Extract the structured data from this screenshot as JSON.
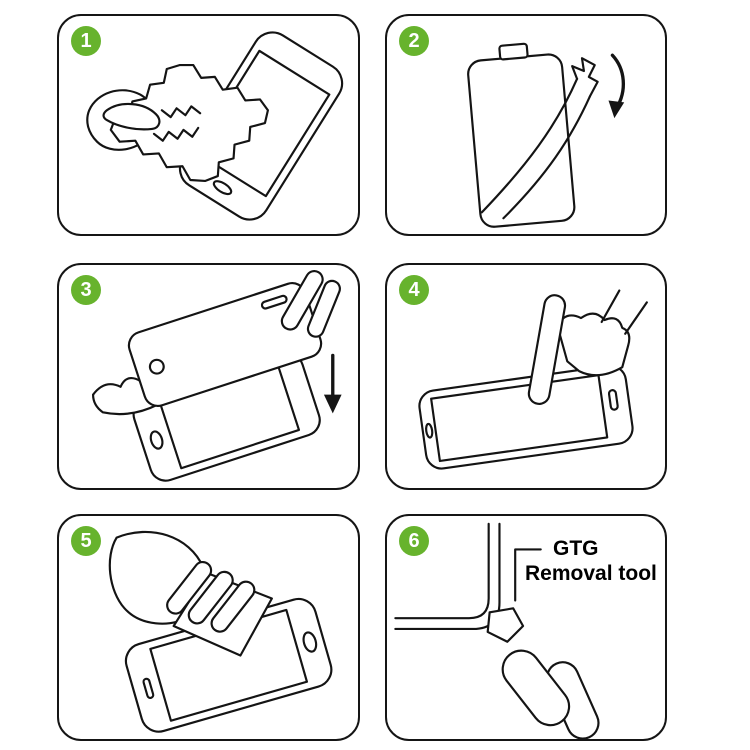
{
  "title": "screen-protector-installation-steps",
  "colors": {
    "badge_green": "#67b32d",
    "line": "#141414",
    "background": "#ffffff"
  },
  "steps": [
    {
      "number": "1",
      "illustration": "wipe-phone-with-cloth-icon"
    },
    {
      "number": "2",
      "illustration": "peel-backing-film-icon"
    },
    {
      "number": "3",
      "illustration": "align-protector-over-phone-icon"
    },
    {
      "number": "4",
      "illustration": "press-screen-center-icon"
    },
    {
      "number": "5",
      "illustration": "squeegee-out-bubbles-icon"
    },
    {
      "number": "6",
      "illustration": "corner-removal-tool-icon",
      "label_line1": "GTG",
      "label_line2": "Removal tool"
    }
  ]
}
